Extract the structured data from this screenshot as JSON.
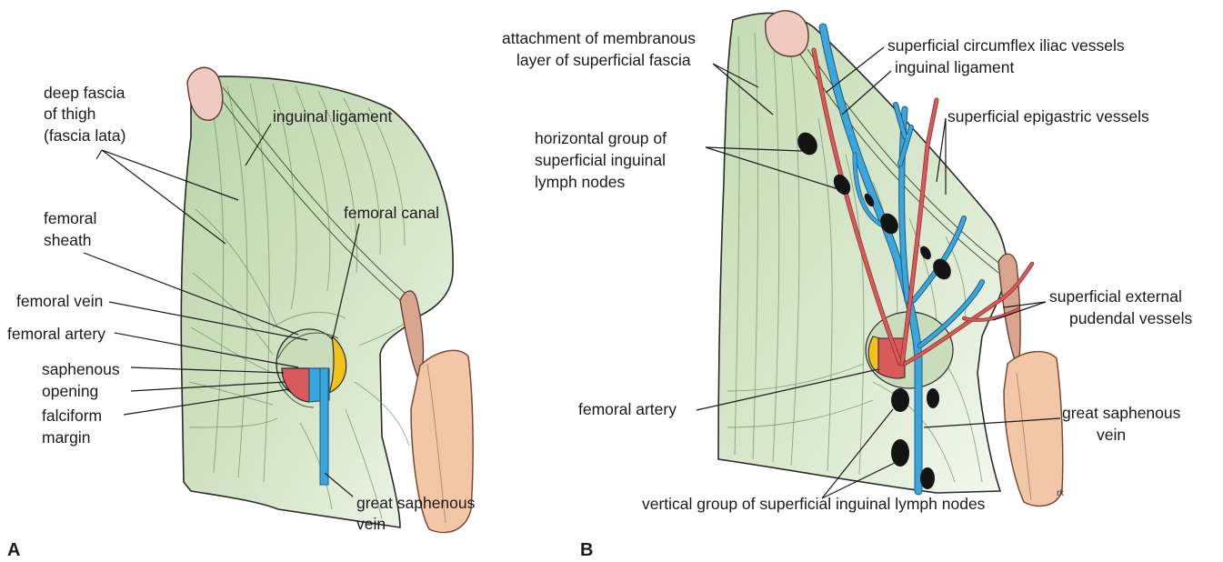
{
  "panel_a": {
    "letter": "A",
    "labels": {
      "deep_fascia_1": "deep fascia",
      "deep_fascia_2": "of thigh",
      "deep_fascia_3": "(fascia lata)",
      "inguinal_ligament": "inguinal ligament",
      "femoral_canal": "femoral canal",
      "femoral_sheath_1": "femoral",
      "femoral_sheath_2": "sheath",
      "femoral_vein": "femoral vein",
      "femoral_artery": "femoral artery",
      "saphenous_opening_1": "saphenous",
      "saphenous_opening_2": "opening",
      "falciform_margin_1": "falciform",
      "falciform_margin_2": "margin",
      "great_saphenous_1": "great saphenous",
      "great_saphenous_2": "vein"
    }
  },
  "panel_b": {
    "letter": "B",
    "labels": {
      "attachment_1": "attachment of membranous",
      "attachment_2": "layer of superficial fascia",
      "circumflex": "superficial circumflex iliac vessels",
      "inguinal_ligament": "inguinal ligament",
      "epigastric": "superficial epigastric vessels",
      "horizontal_1": "horizontal group of",
      "horizontal_2": "superficial inguinal",
      "horizontal_3": "lymph nodes",
      "pudendal_1": "superficial external",
      "pudendal_2": "pudendal vessels",
      "femoral_artery": "femoral artery",
      "great_saphenous_1": "great saphenous",
      "great_saphenous_2": "vein",
      "vertical_group": "vertical group of superficial inguinal lymph nodes",
      "signature": "tk"
    }
  },
  "colors": {
    "fascia_green": "#c9dcbc",
    "fascia_green_dark": "#9fbf8f",
    "skin": "#f2c6a6",
    "vein_blue": "#3aa6dc",
    "artery_red": "#d85a5a",
    "canal_yellow": "#f2c21a",
    "node_black": "#141414"
  }
}
